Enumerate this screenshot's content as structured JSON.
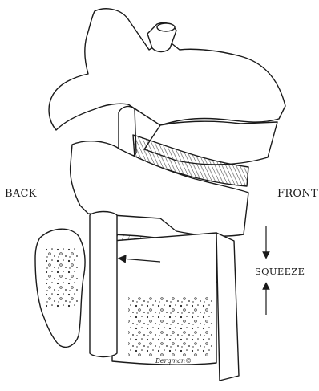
{
  "labels": {
    "back": "BACK",
    "front": "FRONT",
    "squeeze": "SQUEEZE"
  },
  "signature": "Bergman©",
  "colors": {
    "ink": "#1a1a1a",
    "paper": "#ffffff"
  }
}
